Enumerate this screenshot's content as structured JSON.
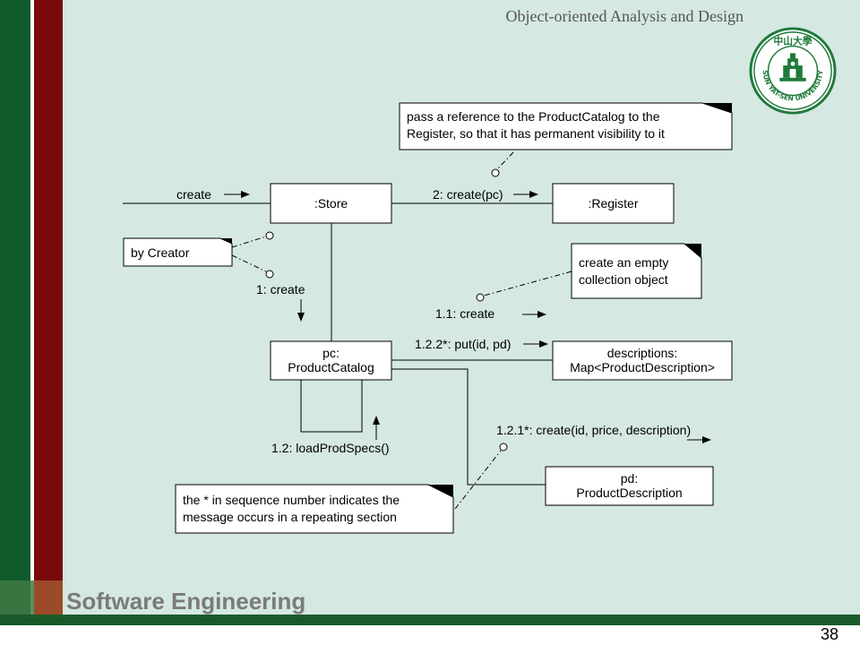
{
  "header": {
    "title": "Object-oriented Analysis and Design"
  },
  "footer": {
    "title": "Software Engineering",
    "page_number": "38"
  },
  "logo": {
    "chinese_text": "中山大學",
    "english_text": "SUN YAT-SEN UNIVERSITY"
  },
  "diagram": {
    "objects": {
      "store": ":Store",
      "register": ":Register",
      "catalog_line1": "pc:",
      "catalog_line2": "ProductCatalog",
      "descriptions_line1": "descriptions:",
      "descriptions_line2": "Map<ProductDescription>",
      "pd_line1": "pd:",
      "pd_line2": "ProductDescription"
    },
    "messages": {
      "create": "create",
      "create_pc": "2: create(pc)",
      "m1_create": "1: create",
      "m1_1_create": "1.1: create",
      "m1_2_2_put": "1.2.2*: put(id, pd)",
      "m1_2_load": "1.2: loadProdSpecs()",
      "m1_2_1_create": "1.2.1*: create(id, price, description)"
    },
    "notes": {
      "pass_ref_line1": "pass a reference to the ProductCatalog to the",
      "pass_ref_line2": "Register, so that it has permanent visibility to it",
      "by_creator": "by Creator",
      "empty_coll_line1": "create an empty",
      "empty_coll_line2": "collection object",
      "star_line1": "the * in sequence number indicates the",
      "star_line2": "message occurs in a repeating section"
    }
  }
}
